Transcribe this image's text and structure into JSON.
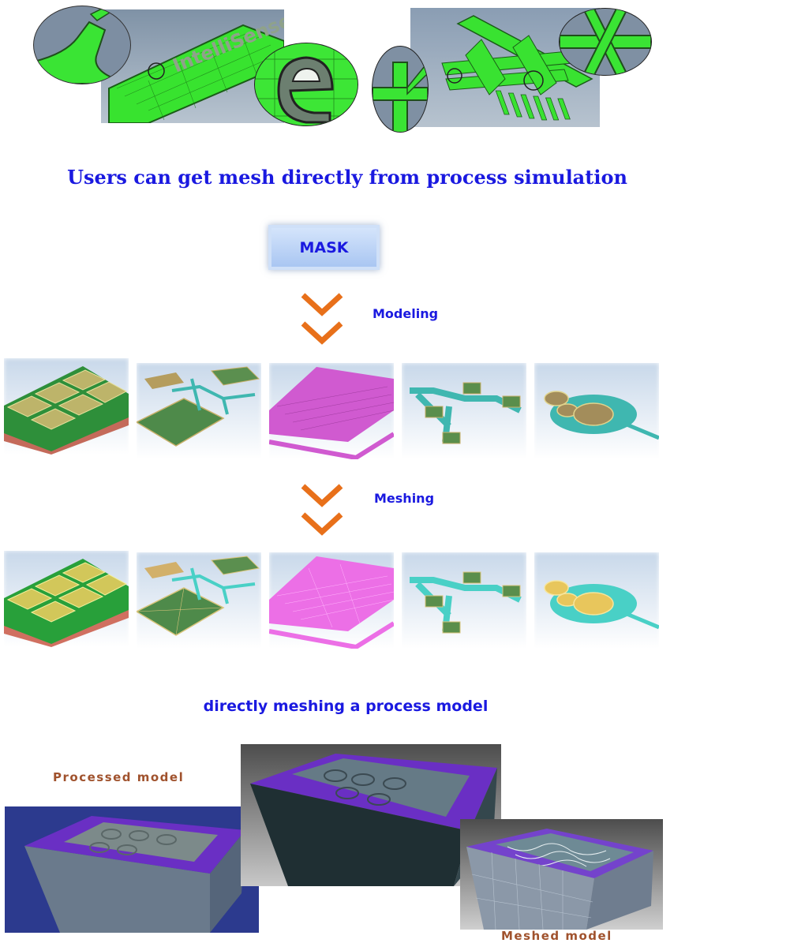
{
  "header": {
    "title": "Users can get mesh directly from process simulation"
  },
  "flow": {
    "mask_label": "MASK",
    "modeling_label": "Modeling",
    "meshing_label": "Meshing"
  },
  "bottom": {
    "title": "directly meshing a process model",
    "processed_label": "Processed model",
    "meshed_label": "Meshed model"
  },
  "colors": {
    "heading_blue": "#1a19e0",
    "arrow_orange": "#e8701a",
    "mesh_green": "#35e82e",
    "purple": "#6a2fc4",
    "label_brown": "#a0522d"
  }
}
